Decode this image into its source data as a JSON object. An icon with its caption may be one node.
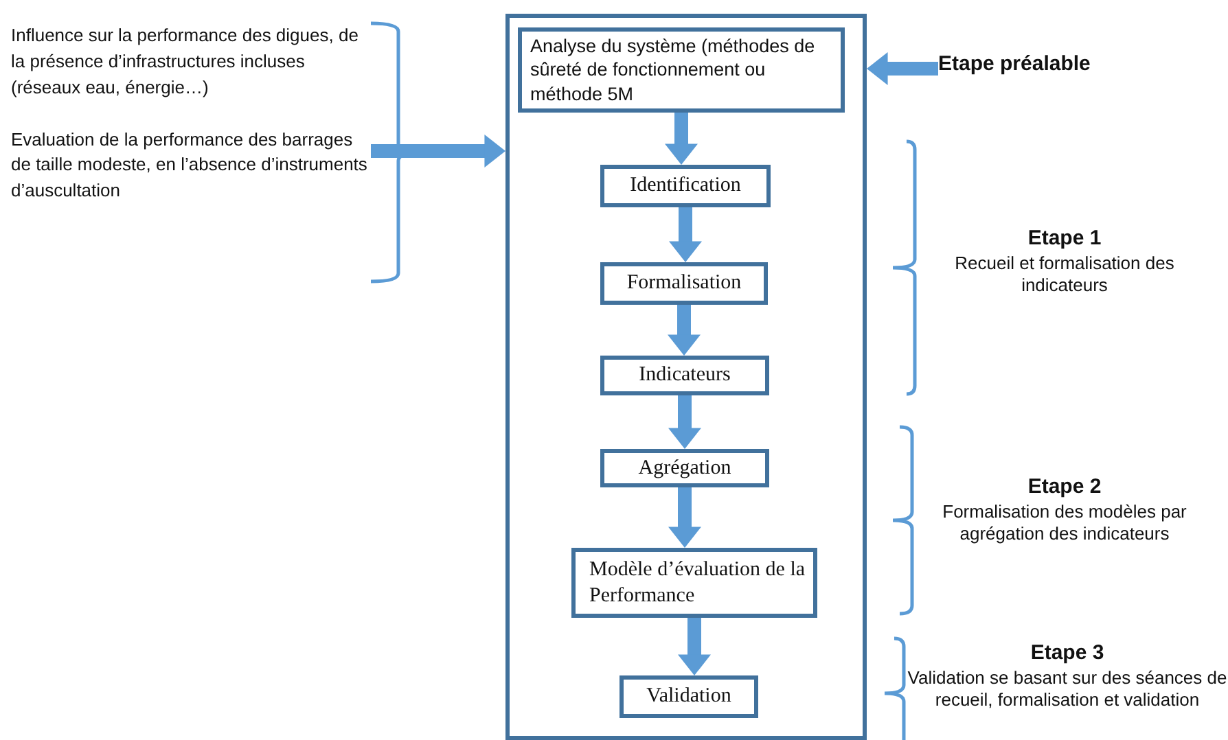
{
  "diagram": {
    "nodes": [
      {
        "text": [],
        "shape": "box"
      },
      {
        "text": [
          "Analyse du système (méthodes de sûreté de fonctionnement ou méthode 5M"
        ],
        "in": 0
      },
      {
        "text": [
          "Identification"
        ],
        "in": 0
      },
      {
        "text": [
          "Formalisation"
        ],
        "in": 0
      },
      {
        "text": [
          "Indicateurs"
        ],
        "in": 0
      },
      {
        "text": [
          "Agrégation"
        ],
        "in": 0
      },
      {
        "text": [
          "Modèle d’évaluation de la Performance"
        ],
        "in": 0
      },
      {
        "text": [
          "Validation"
        ],
        "in": 0
      },
      {
        "text": [
          "Influence sur la performance des digues, de la présence d’infrastructures incluses (réseaux eau, énergie…)",
          "Evaluation de la performance des barrages de taille modeste, en l’absence d’instruments d’auscultation"
        ]
      },
      {
        "text": [
          "Etape préalable"
        ]
      },
      {
        "text": [
          "Etape 1",
          "Recueil et formalisation des indicateurs"
        ]
      },
      {
        "text": [
          "Etape 2",
          "Formalisation des modèles par agrégation des indicateurs"
        ]
      },
      {
        "text": [
          "Etape 3",
          "Validation se basant sur des séances de recueil, formalisation et validation"
        ]
      }
    ],
    "edges": [
      {
        "from": 1,
        "to": 2,
        "arrow": "to"
      },
      {
        "from": 2,
        "to": 3,
        "arrow": "to"
      },
      {
        "from": 3,
        "to": 4,
        "arrow": "to"
      },
      {
        "from": 4,
        "to": 5,
        "arrow": "to"
      },
      {
        "from": 5,
        "to": 6,
        "arrow": "to"
      },
      {
        "from": 6,
        "to": 7,
        "arrow": "to"
      },
      {
        "from": 8,
        "to": 0,
        "arrow": "to"
      },
      {
        "from": 9,
        "to": 0,
        "arrow": "to"
      }
    ]
  }
}
